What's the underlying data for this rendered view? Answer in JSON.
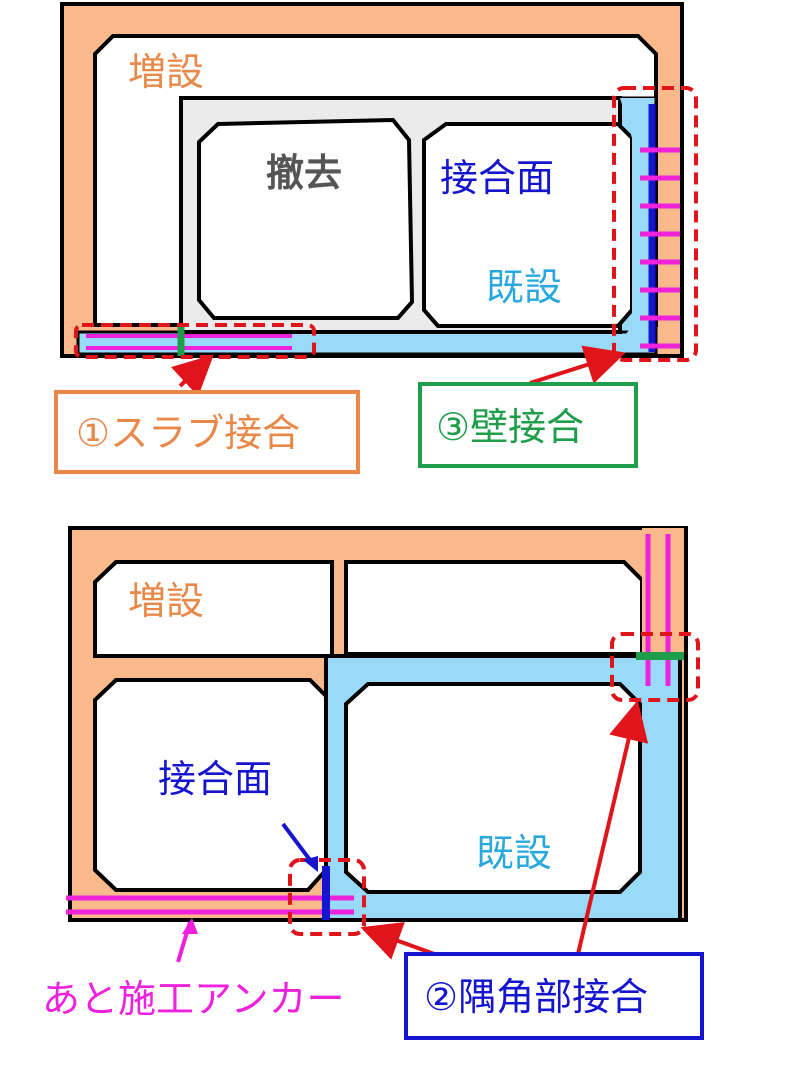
{
  "colors": {
    "extension": "#F9B98A",
    "existing": "#99DAF8",
    "removal": "#EBEBEB",
    "anchor": "#EE22DD",
    "joint_face": "#1515CF",
    "callout": "#E0141B",
    "green": "#1E9E4A",
    "orange_text": "#E8894A",
    "blue_text": "#28A8DE",
    "gray_text": "#555555",
    "slab_box": "#E8894A",
    "wall_box": "#1E9E4A",
    "corner_box": "#1515CF"
  },
  "top": {
    "extension_label": "増設",
    "removal_label": "撤去",
    "joint_face_label": "接合面",
    "existing_label": "既設"
  },
  "bottom": {
    "extension_label": "増設",
    "joint_face_label": "接合面",
    "existing_label": "既設",
    "anchor_label": "あと施工アンカー"
  },
  "callouts": {
    "slab_joint": "①スラブ接合",
    "wall_joint": "③壁接合",
    "corner_joint": "②隅角部接合"
  }
}
